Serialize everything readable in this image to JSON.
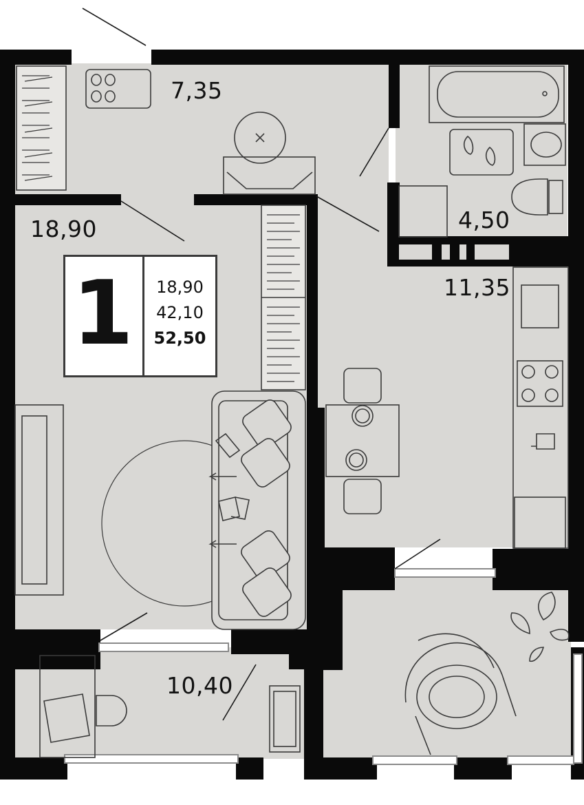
{
  "rooms": {
    "hall": "7,35",
    "living": "18,90",
    "bath": "4,50",
    "kitchen": "11,35",
    "balcony": "10,40"
  },
  "legend": {
    "room_count": "1",
    "living_area": "18,90",
    "extra_area": "42,10",
    "total_area": "52,50"
  },
  "colors": {
    "floor": "#d9d8d5",
    "wall": "#0a0a0a",
    "window": "#8a8a8a",
    "line": "#3a3a3a"
  }
}
